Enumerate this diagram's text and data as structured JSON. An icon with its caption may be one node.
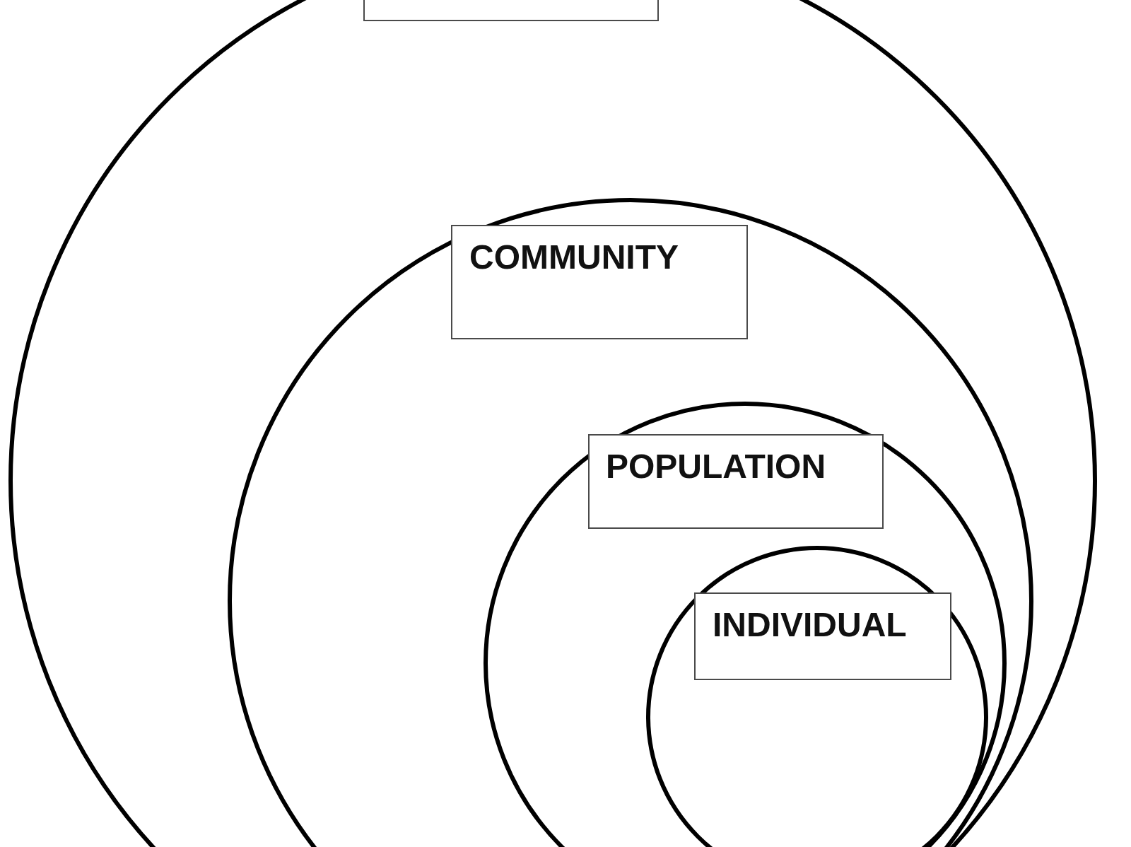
{
  "diagram": {
    "nodes": [
      {
        "text": [],
        "shape": "circle"
      },
      {
        "text": [
          "COMMUNITY"
        ],
        "in": 0
      },
      {
        "text": [
          "POPULATION"
        ],
        "in": 1
      },
      {
        "text": [
          "INDIVIDUAL"
        ],
        "in": 2
      }
    ]
  }
}
